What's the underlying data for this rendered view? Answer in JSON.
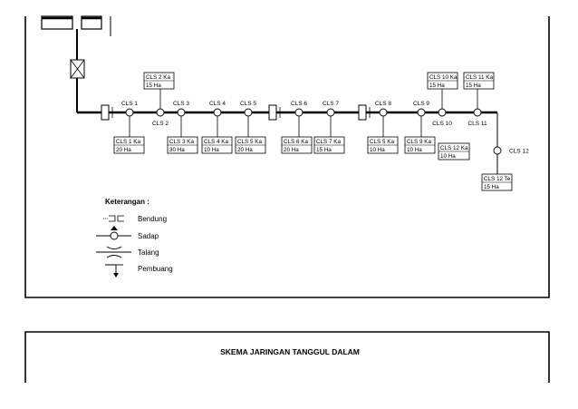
{
  "title": "SKEMA JARINGAN TANGGUL DALAM",
  "legend": {
    "heading": "Keterangan :",
    "items": [
      {
        "icon": "bendung-icon",
        "label": "Bendung"
      },
      {
        "icon": "sadap-icon",
        "label": "Sadap"
      },
      {
        "icon": "talang-icon",
        "label": "Talang"
      },
      {
        "icon": "pembuang-icon",
        "label": "Pembuang"
      }
    ]
  },
  "nodes": [
    {
      "id": "n1",
      "label": "CLS 1",
      "label_pos": "above"
    },
    {
      "id": "n2",
      "label": "CLS 2",
      "label_pos": "below"
    },
    {
      "id": "n3",
      "label": "CLS 3",
      "label_pos": "above"
    },
    {
      "id": "n4",
      "label": "CLS 4",
      "label_pos": "above"
    },
    {
      "id": "n5",
      "label": "CLS 5",
      "label_pos": "above"
    },
    {
      "id": "n6",
      "label": "CLS 6",
      "label_pos": "above"
    },
    {
      "id": "n7",
      "label": "CLS 7",
      "label_pos": "above"
    },
    {
      "id": "n8",
      "label": "CLS 8",
      "label_pos": "above"
    },
    {
      "id": "n9",
      "label": "CLS 9",
      "label_pos": "above"
    },
    {
      "id": "n10",
      "label": "CLS 10",
      "label_pos": "below"
    },
    {
      "id": "n11",
      "label": "CLS 11",
      "label_pos": "below"
    },
    {
      "id": "n12",
      "label": "CLS 12",
      "label_pos": "right"
    }
  ],
  "areas": [
    {
      "node": "n1",
      "name": "CLS 1 Ka",
      "area": "20 Ha"
    },
    {
      "node": "n2",
      "name": "CLS 2 Ka",
      "area": "15 Ha"
    },
    {
      "node": "n3",
      "name": "CLS 3 Ka",
      "area": "30 Ha"
    },
    {
      "node": "n4",
      "name": "CLS 4 Ka",
      "area": "10 Ha"
    },
    {
      "node": "n5",
      "name": "CLS 5 Ka",
      "area": "20 Ha"
    },
    {
      "node": "n6",
      "name": "CLS 6 Ka",
      "area": "20 Ha"
    },
    {
      "node": "n7",
      "name": "CLS 7 Ka",
      "area": "15 Ha"
    },
    {
      "node": "n8",
      "name": "CLS 5 Ka",
      "area": "10 Ha"
    },
    {
      "node": "n9",
      "name": "CLS 9 Ka",
      "area": "10 Ha"
    },
    {
      "node": "n10",
      "name": "CLS 10 Ka",
      "area": "15 Ha"
    },
    {
      "node": "n11",
      "name": "CLS 11 Ka",
      "area": "15 Ha"
    },
    {
      "node": "n11",
      "name": "CLS 12 Ka",
      "area": "10 Ha"
    },
    {
      "node": "n12",
      "name": "CLS 12 Te",
      "area": "15 Ha"
    }
  ]
}
